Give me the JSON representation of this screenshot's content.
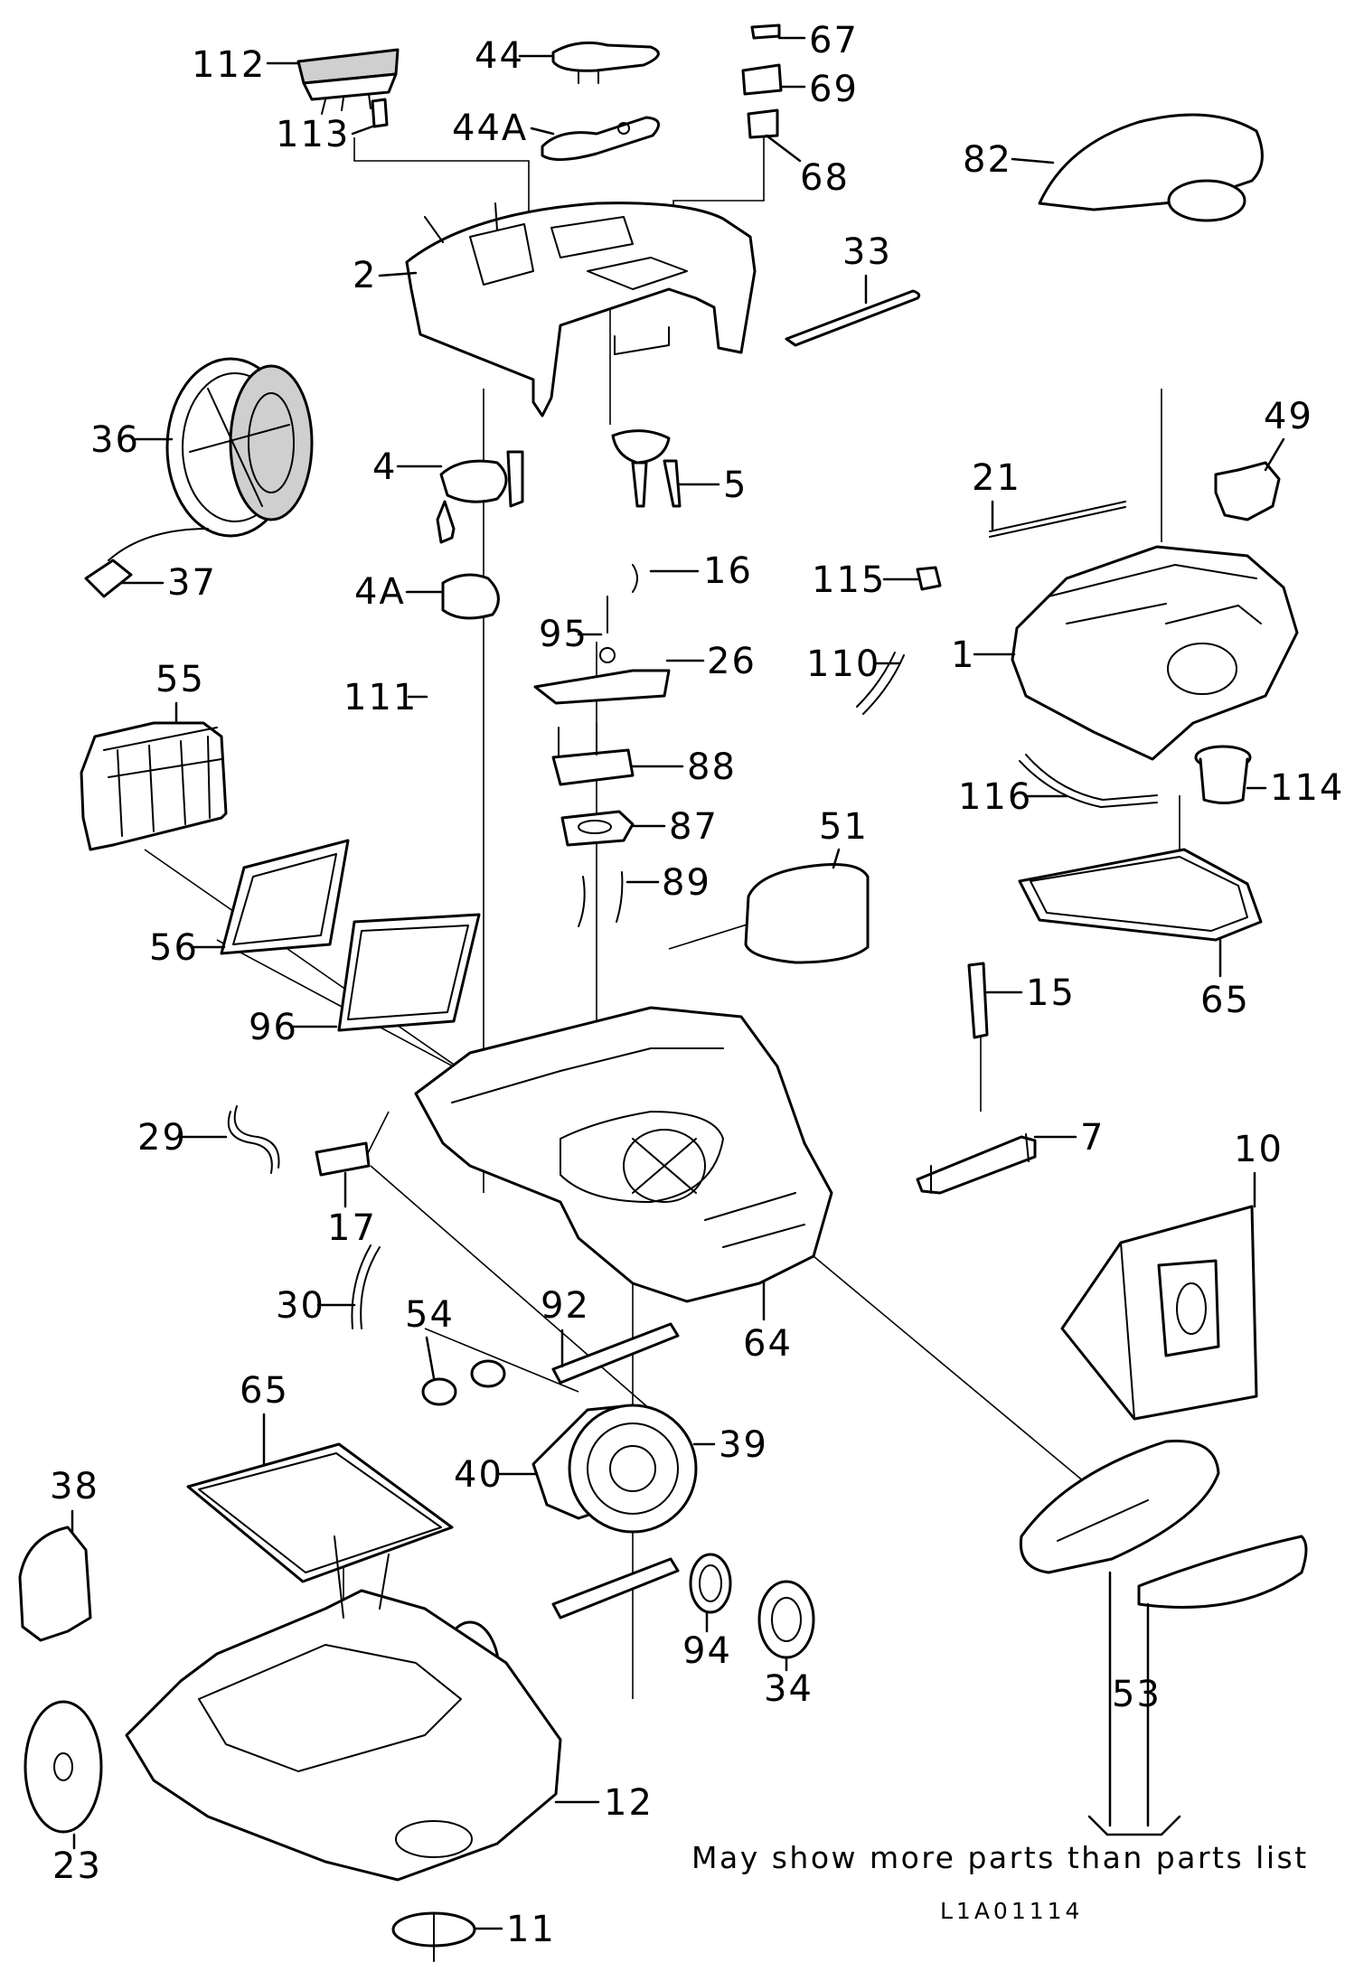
{
  "callouts": {
    "c112": "112",
    "c113": "113",
    "c44": "44",
    "c44a": "44A",
    "c67": "67",
    "c69": "69",
    "c68": "68",
    "c82": "82",
    "c2": "2",
    "c33": "33",
    "c36": "36",
    "c4": "4",
    "c5": "5",
    "c49": "49",
    "c21": "21",
    "c37": "37",
    "c4a": "4A",
    "c16": "16",
    "c115": "115",
    "c95": "95",
    "c26": "26",
    "c110": "110",
    "c1": "1",
    "c55": "55",
    "c111": "111",
    "c88": "88",
    "c116": "116",
    "c114": "114",
    "c87": "87",
    "c51": "51",
    "c89": "89",
    "c56": "56",
    "c15": "15",
    "c65a": "65",
    "c96": "96",
    "c29": "29",
    "c7": "7",
    "c10": "10",
    "c17": "17",
    "c92": "92",
    "c30": "30",
    "c54": "54",
    "c64": "64",
    "c65b": "65",
    "c39": "39",
    "c40": "40",
    "c38": "38",
    "c94": "94",
    "c34": "34",
    "c53": "53",
    "c12": "12",
    "c23": "23",
    "c11": "11"
  },
  "footer": {
    "note": "May show more parts than parts list",
    "drawing_code": "L1A01114"
  }
}
